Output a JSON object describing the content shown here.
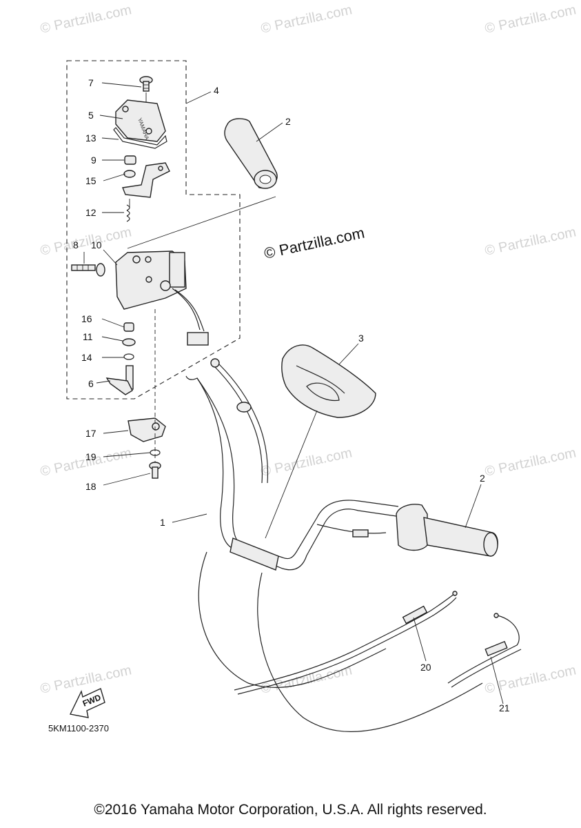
{
  "watermark": {
    "text": "© Partzilla.com",
    "center_text": "© Partzilla.com"
  },
  "callouts": {
    "c1": "1",
    "c2a": "2",
    "c2b": "2",
    "c3": "3",
    "c4": "4",
    "c5": "5",
    "c6": "6",
    "c7": "7",
    "c8": "8",
    "c9": "9",
    "c10": "10",
    "c11": "11",
    "c12": "12",
    "c13": "13",
    "c14": "14",
    "c15": "15",
    "c16": "16",
    "c17": "17",
    "c18": "18",
    "c19": "19",
    "c20": "20",
    "c21": "21"
  },
  "fwd_label": "FWD",
  "diagram_code": "5KM1100-2370",
  "copyright": "©2016 Yamaha Motor Corporation, U.S.A. All rights reserved."
}
